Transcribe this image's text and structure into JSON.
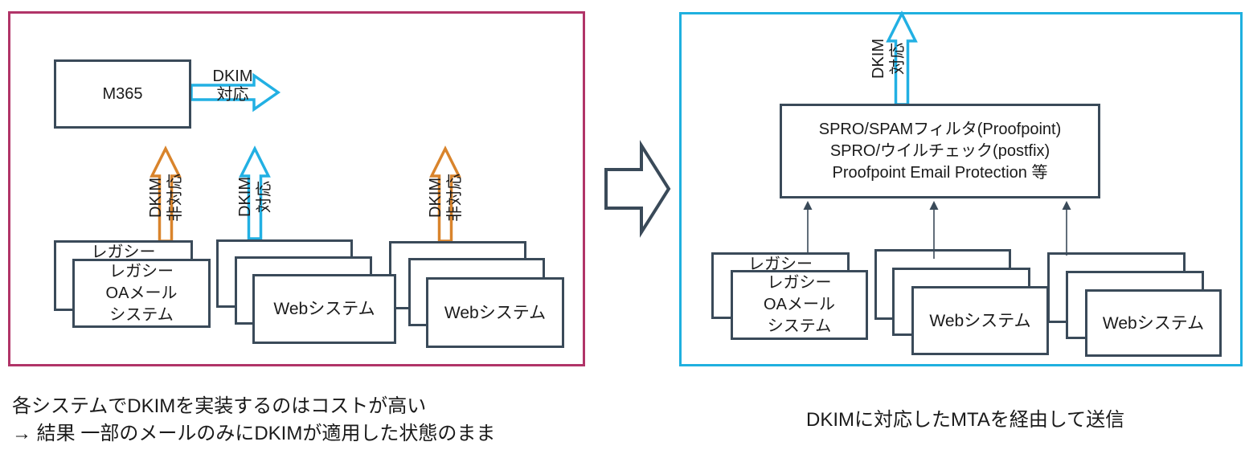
{
  "colors": {
    "left_panel_border": "#B13468",
    "right_panel_border": "#1FB0DF",
    "arrow_cyan": "#22B0E3",
    "arrow_orange": "#D9842C",
    "box_border_slate": "#3A4A59",
    "text": "#1A1A1A"
  },
  "left_panel": {
    "m365": {
      "label": "M365"
    },
    "m365_arrow": {
      "line1": "DKIM",
      "line2": "対応"
    },
    "v_arrows": [
      {
        "line1": "DKIM",
        "line2": "非対応",
        "color": "#D9842C"
      },
      {
        "line1": "DKIM",
        "line2": "対応",
        "color": "#22B0E3"
      },
      {
        "line1": "DKIM",
        "line2": "非対応",
        "color": "#D9842C"
      }
    ],
    "groups": [
      {
        "back_label": "レガシー",
        "front_lines": [
          "レガシー",
          "OAメール",
          "システム"
        ]
      },
      {
        "front_lines": [
          "Webシステム"
        ]
      },
      {
        "front_lines": [
          "Webシステム"
        ]
      }
    ],
    "caption_line1": "各システムでDKIMを実装するのはコストが高い",
    "caption_line2": "→ 結果 一部のメールのみにDKIMが適用した状態のまま"
  },
  "transition": {
    "shape": "right-block-arrow"
  },
  "right_panel": {
    "mta_box": {
      "line1": "SPRO/SPAMフィルタ(Proofpoint)",
      "line2": "SPRO/ウイルチェック(postfix)",
      "line3": "Proofpoint Email Protection 等"
    },
    "top_arrow": {
      "line1": "DKIM",
      "line2": "対応"
    },
    "groups": [
      {
        "back_label": "レガシー",
        "front_lines": [
          "レガシー",
          "OAメール",
          "システム"
        ]
      },
      {
        "front_lines": [
          "Webシステム"
        ]
      },
      {
        "front_lines": [
          "Webシステム"
        ]
      }
    ],
    "caption": "DKIMに対応したMTAを経由して送信"
  }
}
